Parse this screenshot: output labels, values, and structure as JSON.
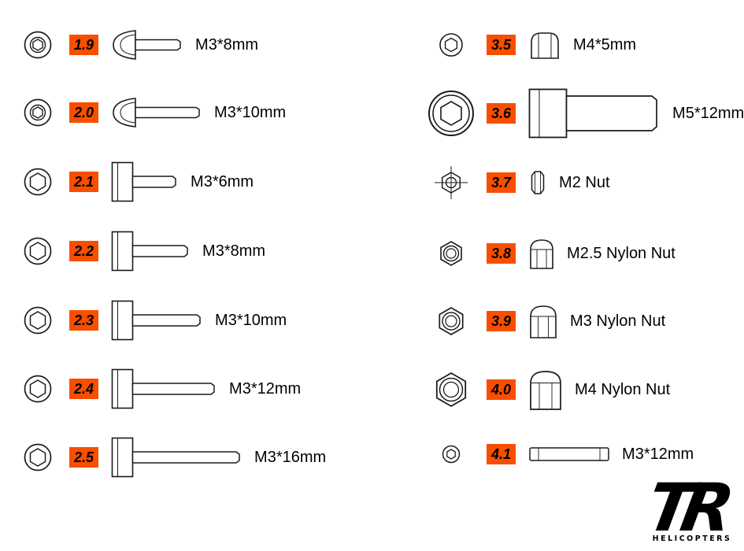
{
  "colors": {
    "badge": "#F84E00",
    "line": "#1B1B1B"
  },
  "columns": {
    "left": [
      {
        "id": "1.9",
        "label": "M3*8mm",
        "part_type": "button-head-screw"
      },
      {
        "id": "2.0",
        "label": "M3*10mm",
        "part_type": "button-head-screw"
      },
      {
        "id": "2.1",
        "label": "M3*6mm",
        "part_type": "socket-cap-screw"
      },
      {
        "id": "2.2",
        "label": "M3*8mm",
        "part_type": "socket-cap-screw"
      },
      {
        "id": "2.3",
        "label": "M3*10mm",
        "part_type": "socket-cap-screw"
      },
      {
        "id": "2.4",
        "label": "M3*12mm",
        "part_type": "socket-cap-screw"
      },
      {
        "id": "2.5",
        "label": "M3*16mm",
        "part_type": "socket-cap-screw"
      }
    ],
    "right": [
      {
        "id": "3.5",
        "label": "M4*5mm",
        "part_type": "dome-nut"
      },
      {
        "id": "3.6",
        "label": "M5*12mm",
        "part_type": "socket-cap-screw"
      },
      {
        "id": "3.7",
        "label": "M2 Nut",
        "part_type": "hex-nut"
      },
      {
        "id": "3.8",
        "label": "M2.5 Nylon Nut",
        "part_type": "nylon-lock-nut"
      },
      {
        "id": "3.9",
        "label": "M3 Nylon Nut",
        "part_type": "nylon-lock-nut"
      },
      {
        "id": "4.0",
        "label": "M4 Nylon Nut",
        "part_type": "nylon-lock-nut"
      },
      {
        "id": "4.1",
        "label": "M3*12mm",
        "part_type": "standoff-pin"
      }
    ]
  },
  "logo": {
    "brand": "TR",
    "subtext": "HELICOPTERS"
  }
}
